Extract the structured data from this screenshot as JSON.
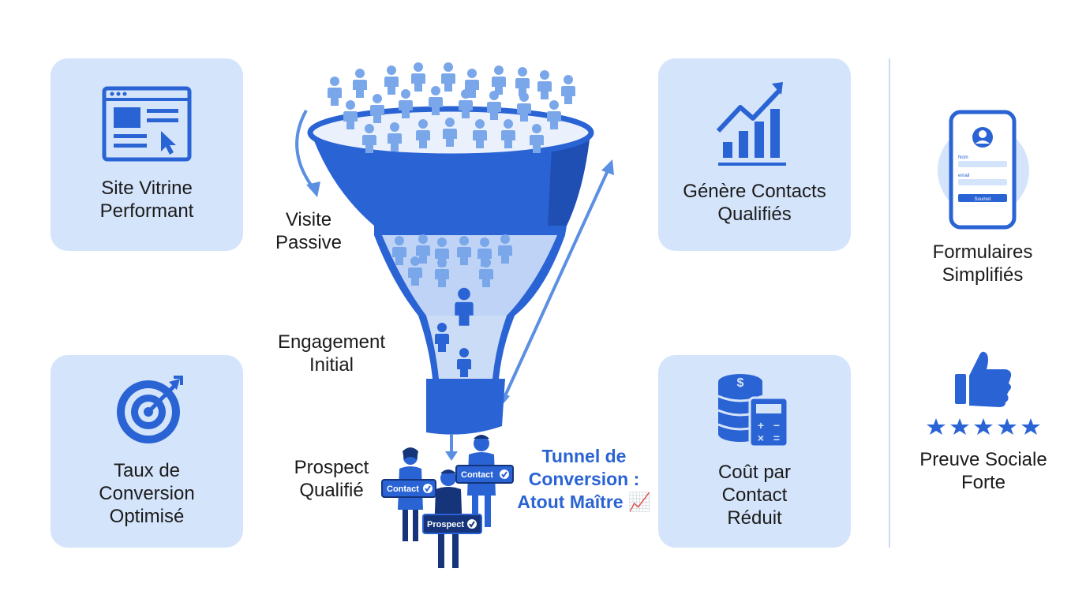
{
  "cards": {
    "site": "Site Vitrine\nPerformant",
    "taux": "Taux de\nConversion\nOptimisé",
    "contacts": "Génère Contacts\nQualifiés",
    "cout": "Coût par\nContact\nRéduit"
  },
  "stages": {
    "visite": "Visite\nPassive",
    "engagement": "Engagement\nInitial",
    "prospect": "Prospect\nQualifié"
  },
  "title": "Tunnel de\nConversion :\nAtout Maître 📈",
  "tags": {
    "contact_left": "Contact",
    "contact_right": "Contact",
    "prospect": "Prospect"
  },
  "side": {
    "formulaires": "Formulaires\nSimplifiés",
    "preuve": "Preuve Sociale\nForte"
  },
  "phone_form": {
    "field1": "Nom",
    "field2": "email",
    "button": "Soumet"
  },
  "colors": {
    "primary": "#2a63d4",
    "light_card": "#d4e4fb",
    "people": "#7aa7ea"
  }
}
